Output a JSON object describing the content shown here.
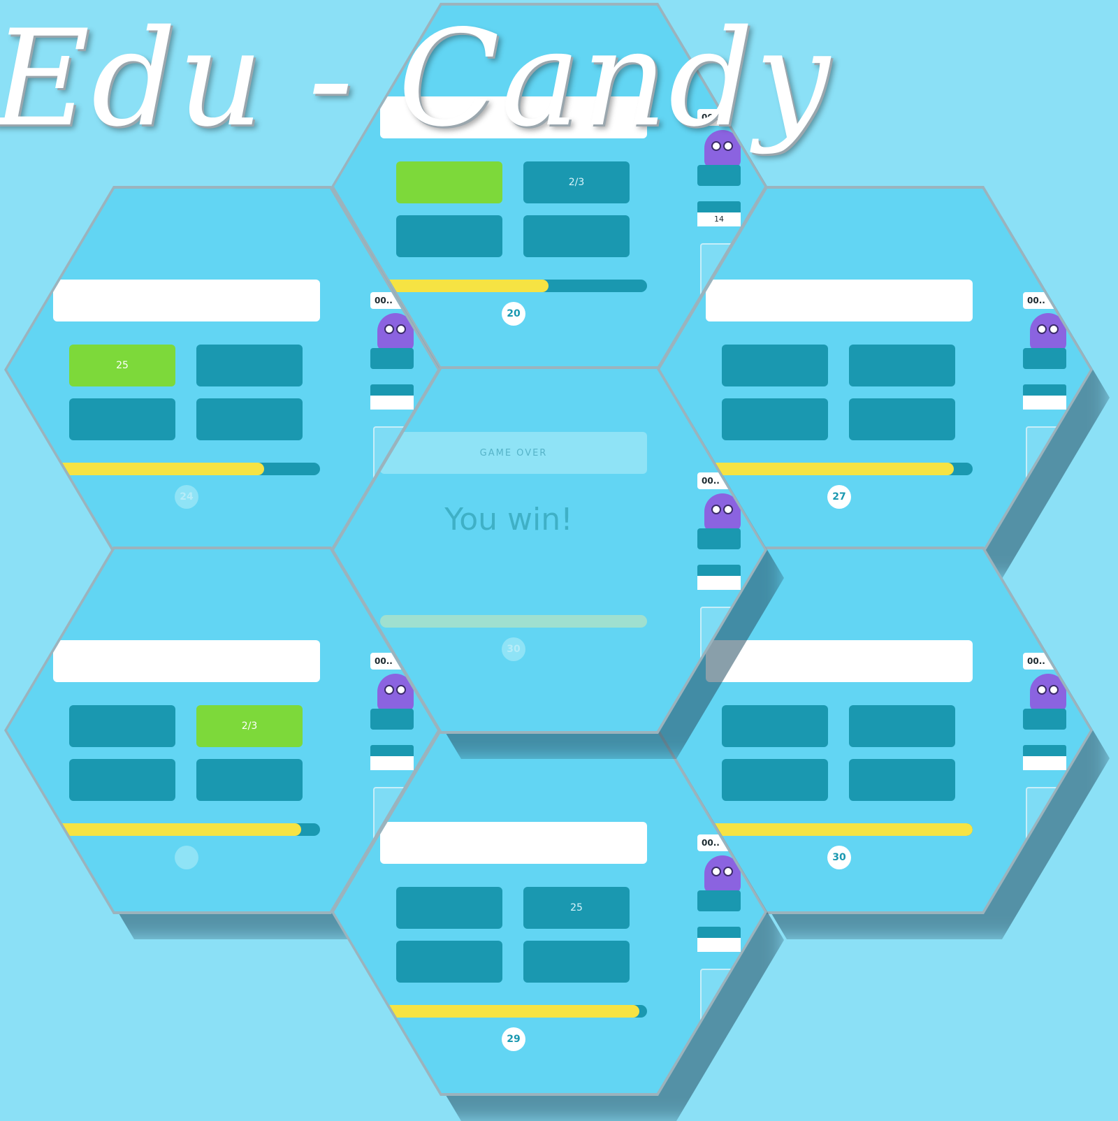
{
  "app": {
    "title": "Edu - Candy"
  },
  "panels": [
    {
      "id": "top",
      "question": "",
      "answers": [
        "",
        "2/3",
        "",
        ""
      ],
      "correct_index": 0,
      "progress": 0.63,
      "timer": "20",
      "timer_faded": false,
      "score": "00..",
      "stat": "14"
    },
    {
      "id": "upper-left",
      "question": "",
      "answers": [
        "25",
        "",
        "",
        ""
      ],
      "correct_index": 0,
      "progress": 0.79,
      "timer": "24",
      "timer_faded": true,
      "score": "00..",
      "stat": ""
    },
    {
      "id": "upper-right",
      "question": "",
      "answers": [
        "",
        "",
        "",
        ""
      ],
      "correct_index": -1,
      "progress": 0.93,
      "timer": "27",
      "timer_faded": false,
      "score": "00..",
      "stat": ""
    },
    {
      "id": "lower-left",
      "question": "",
      "answers": [
        "",
        "2/3",
        "",
        ""
      ],
      "correct_index": 1,
      "progress": 0.93,
      "timer": "",
      "timer_faded": true,
      "score": "00..",
      "stat": ""
    },
    {
      "id": "lower-right",
      "question": "",
      "answers": [
        "",
        "",
        "",
        ""
      ],
      "correct_index": -1,
      "progress": 1.0,
      "timer": "30",
      "timer_faded": false,
      "score": "00..",
      "stat": ""
    },
    {
      "id": "bottom",
      "question": "",
      "answers": [
        "",
        "25",
        "",
        ""
      ],
      "correct_index": -1,
      "progress": 0.97,
      "timer": "29",
      "timer_faded": false,
      "score": "00..",
      "stat": ""
    }
  ],
  "center": {
    "header": "GAME OVER",
    "message": "You win!",
    "timer": "30",
    "score": "00..",
    "stat": ""
  }
}
